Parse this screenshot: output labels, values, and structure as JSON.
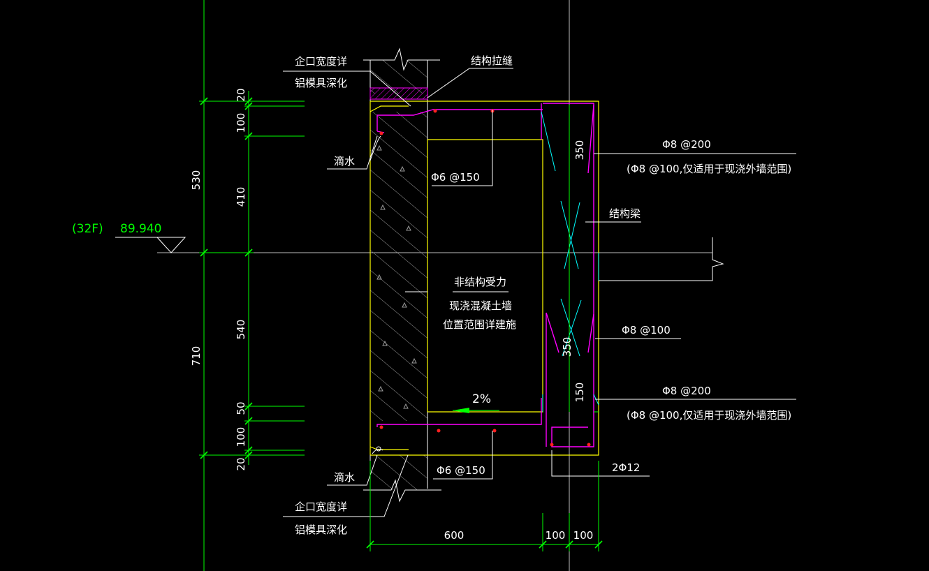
{
  "colors": {
    "background": "#000000",
    "outline": "#ffff00",
    "rebar": "#ff00ff",
    "dimension": "#00ff00",
    "annotation": "#ffffff",
    "hatch": "#bbbbbb",
    "cyan": "#00ffff",
    "red": "#ff2020"
  },
  "labels": {
    "level_floor": "(32F)",
    "level_value": "89.940",
    "joint_top_1": "企口宽度详",
    "joint_top_2": "铝模具深化",
    "structural_seam": "结构拉缝",
    "drip_top": "滴水",
    "rebar_top_main": "Φ6 @150",
    "rebar_right_top_1": "Φ8 @200",
    "rebar_right_top_2": "(Φ8 @100,仅适用于现浇外墙范围)",
    "structural_beam": "结构梁",
    "nonstruct_1": "非结构受力",
    "nonstruct_2": "现浇混凝土墙",
    "nonstruct_3": "位置范围详建施",
    "rebar_mid": "Φ8 @100",
    "slope": "2%",
    "rebar_right_bot_1": "Φ8 @200",
    "rebar_right_bot_2": "(Φ8 @100,仅适用于现浇外墙范围)",
    "drip_bot": "滴水",
    "rebar_bot_main": "Φ6 @150",
    "bottom_bars": "2Φ12",
    "joint_bot_1": "企口宽度详",
    "joint_bot_2": "铝模具深化"
  },
  "dims": {
    "left_outer": [
      "530",
      "710"
    ],
    "left_inner": [
      "20",
      "100",
      "410",
      "540",
      "50",
      "100",
      "20"
    ],
    "bottom": [
      "600",
      "100",
      "100"
    ],
    "beam_upper": "350",
    "beam_lower": "350",
    "beam_small": "150"
  }
}
